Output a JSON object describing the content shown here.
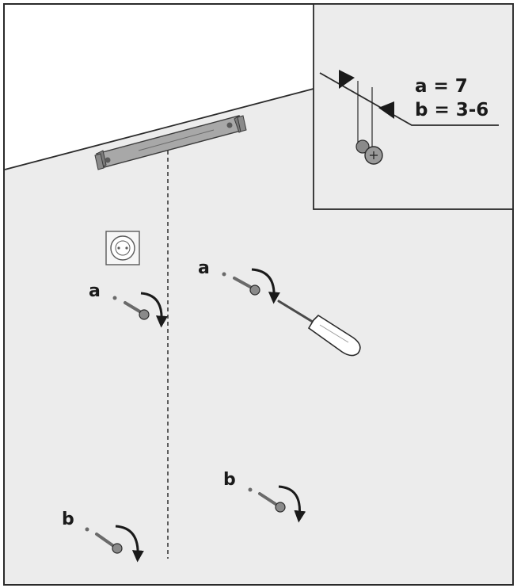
{
  "inset": {
    "line_a": "a = 7",
    "line_b": "b = 3-6"
  },
  "labels": {
    "upper_left": "a",
    "upper_right": "a",
    "lower_right": "b",
    "lower_left": "b"
  },
  "colors": {
    "wall": "#ececec",
    "outline": "#2a2a2a",
    "bracket": "#9a9a9a",
    "screw": "#6a6a6a",
    "arrow": "#1a1a1a"
  },
  "icons": [
    "wall-bracket",
    "power-socket",
    "screw-anchor",
    "screwdriver",
    "rotation-arrow"
  ]
}
